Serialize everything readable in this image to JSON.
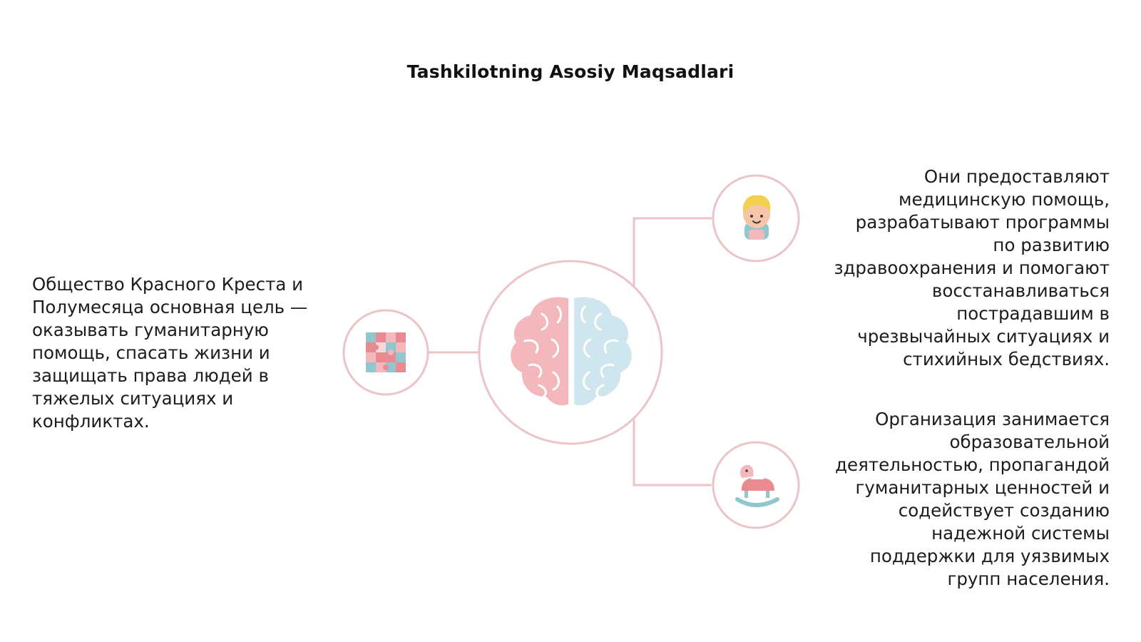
{
  "slide": {
    "title": "Tashkilotning Asosiy Maqsadlari",
    "left_text": "Общество Красного Креста и\nПолумесяца основная цель —\nоказывать гуманитарную\nпомощь, спасать жизни и\nзащищать права людей в\nтяжелых ситуациях и\nконфликтах.",
    "right_top_text": "Они предоставляют\nмедицинскую помощь,\nразрабатывают программы\nпо развитию\nздравоохранения и помогают\nвосстанавливаться\nпострадавшим в\nчрезвычайных ситуациях и\nстихийных бедствиях.",
    "right_bottom_text": "Организация занимается\nобразовательной\nдеятельностью, пропагандой\nгуманитарных ценностей и\nсодействует созданию\nнадежной системы\nподдержки для уязвимых\nгрупп населения."
  },
  "diagram": {
    "center_icon": "brain-icon",
    "nodes": [
      {
        "id": "left",
        "icon": "puzzle-icon"
      },
      {
        "id": "top-right",
        "icon": "child-icon"
      },
      {
        "id": "bottom-right",
        "icon": "rocking-horse-icon"
      }
    ]
  },
  "colors": {
    "circle_stroke": "#ecc3c6",
    "connector": "#ecc3c6",
    "brain_left": "#f2b8bc",
    "brain_right": "#cfe6ee",
    "accent_red": "#e98a90",
    "accent_teal": "#8fc7cc",
    "text": "#1c1c1c"
  }
}
